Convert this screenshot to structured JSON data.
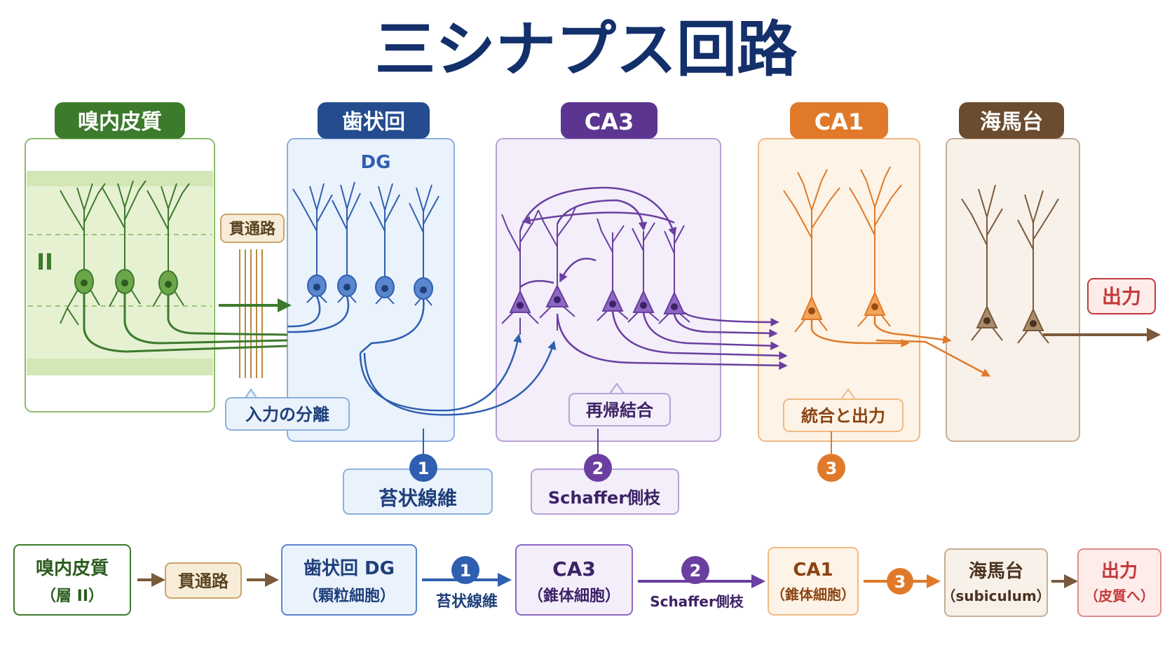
{
  "title": "三シナプス回路",
  "colors": {
    "navy": "#14306b",
    "ec": "#3c7a2c",
    "ec_light": "#e6f1d2",
    "ec_band": "#d3e6b6",
    "dg": "#2f5fb0",
    "dg_light": "#eaf2fc",
    "ca3": "#6a3fa0",
    "ca3_light": "#f3eefa",
    "ca1": "#e07a2a",
    "ca1_light": "#fdf3e6",
    "sub": "#7a5a3a",
    "sub_light": "#f8f1ea",
    "tract": "#b98a3f",
    "out": "#c43a3a"
  },
  "regions": {
    "ec": {
      "label": "嗅内皮質",
      "layer": "II"
    },
    "dg": {
      "label": "歯状回",
      "sub": "DG"
    },
    "ca3": {
      "label": "CA3"
    },
    "ca1": {
      "label": "CA1"
    },
    "sub": {
      "label": "海馬台"
    }
  },
  "tags": {
    "perforant": "貫通路",
    "separation": "入力の分離",
    "recurrent": "再帰結合",
    "integration": "統合と出力",
    "output": "出力"
  },
  "pathways": [
    {
      "num": "1",
      "label": "苔状線維"
    },
    {
      "num": "2",
      "label": "Schaffer側枝"
    },
    {
      "num": "3",
      "label": ""
    }
  ],
  "flow": {
    "ec": {
      "line1": "嗅内皮質",
      "line2": "（層 II）"
    },
    "pp": {
      "line1": "貫通路"
    },
    "dg": {
      "line1": "歯状回 DG",
      "line2": "（顆粒細胞）"
    },
    "mf_num": "1",
    "mf_label": "苔状線維",
    "ca3": {
      "line1": "CA3",
      "line2": "（錐体細胞）"
    },
    "sc_num": "2",
    "sc_label": "Schaffer側枝",
    "ca1": {
      "line1": "CA1",
      "line2": "（錐体細胞）"
    },
    "c3_num": "3",
    "sub": {
      "line1": "海馬台",
      "line2": "（subiculum）"
    },
    "out": {
      "line1": "出力",
      "line2": "（皮質へ）"
    }
  }
}
